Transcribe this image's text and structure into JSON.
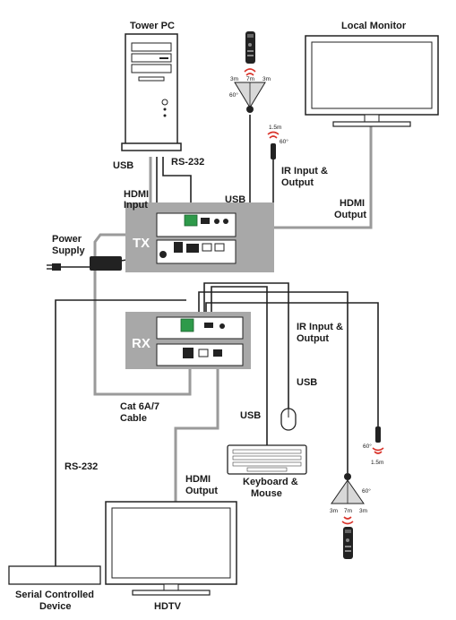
{
  "devices": {
    "tower_pc": "Tower PC",
    "local_monitor": "Local Monitor",
    "tx": "TX",
    "rx": "RX",
    "power_supply": [
      "Power",
      "Supply"
    ],
    "keyboard_mouse": [
      "Keyboard &",
      "Mouse"
    ],
    "hdtv": "HDTV",
    "serial_device": [
      "Serial Controlled",
      "Device"
    ]
  },
  "connections": {
    "usb_pc": "USB",
    "rs232_pc": "RS-232",
    "hdmi_input": [
      "HDMI",
      "Input"
    ],
    "usb_tx": "USB",
    "ir_tx": [
      "IR Input &",
      "Output"
    ],
    "hdmi_output_tx": [
      "HDMI",
      "Output"
    ],
    "ir_rx": [
      "IR Input &",
      "Output"
    ],
    "usb_rx_mouse": "USB",
    "usb_rx_keyboard": "USB",
    "cat_cable": [
      "Cat 6A/7",
      "Cable"
    ],
    "rs232_rx": "RS-232",
    "hdmi_output_rx": [
      "HDMI",
      "Output"
    ]
  },
  "ir_ranges": {
    "top_remote": {
      "left": "3m",
      "center": "7m",
      "right": "3m",
      "angle": "60°"
    },
    "top_sensor": {
      "range": "1.5m",
      "angle": "60°"
    },
    "bottom_remote": {
      "left": "3m",
      "center": "7m",
      "right": "3m",
      "angle": "60°"
    },
    "bottom_sensor": {
      "range": "1.5m",
      "angle": "60°"
    }
  },
  "colors": {
    "cable_gray": "#9a9a9a",
    "cable_dark": "#222222",
    "box_gray": "#a8a8a8",
    "connector_green": "#2e9a4a",
    "ir_red": "#d9342b"
  }
}
